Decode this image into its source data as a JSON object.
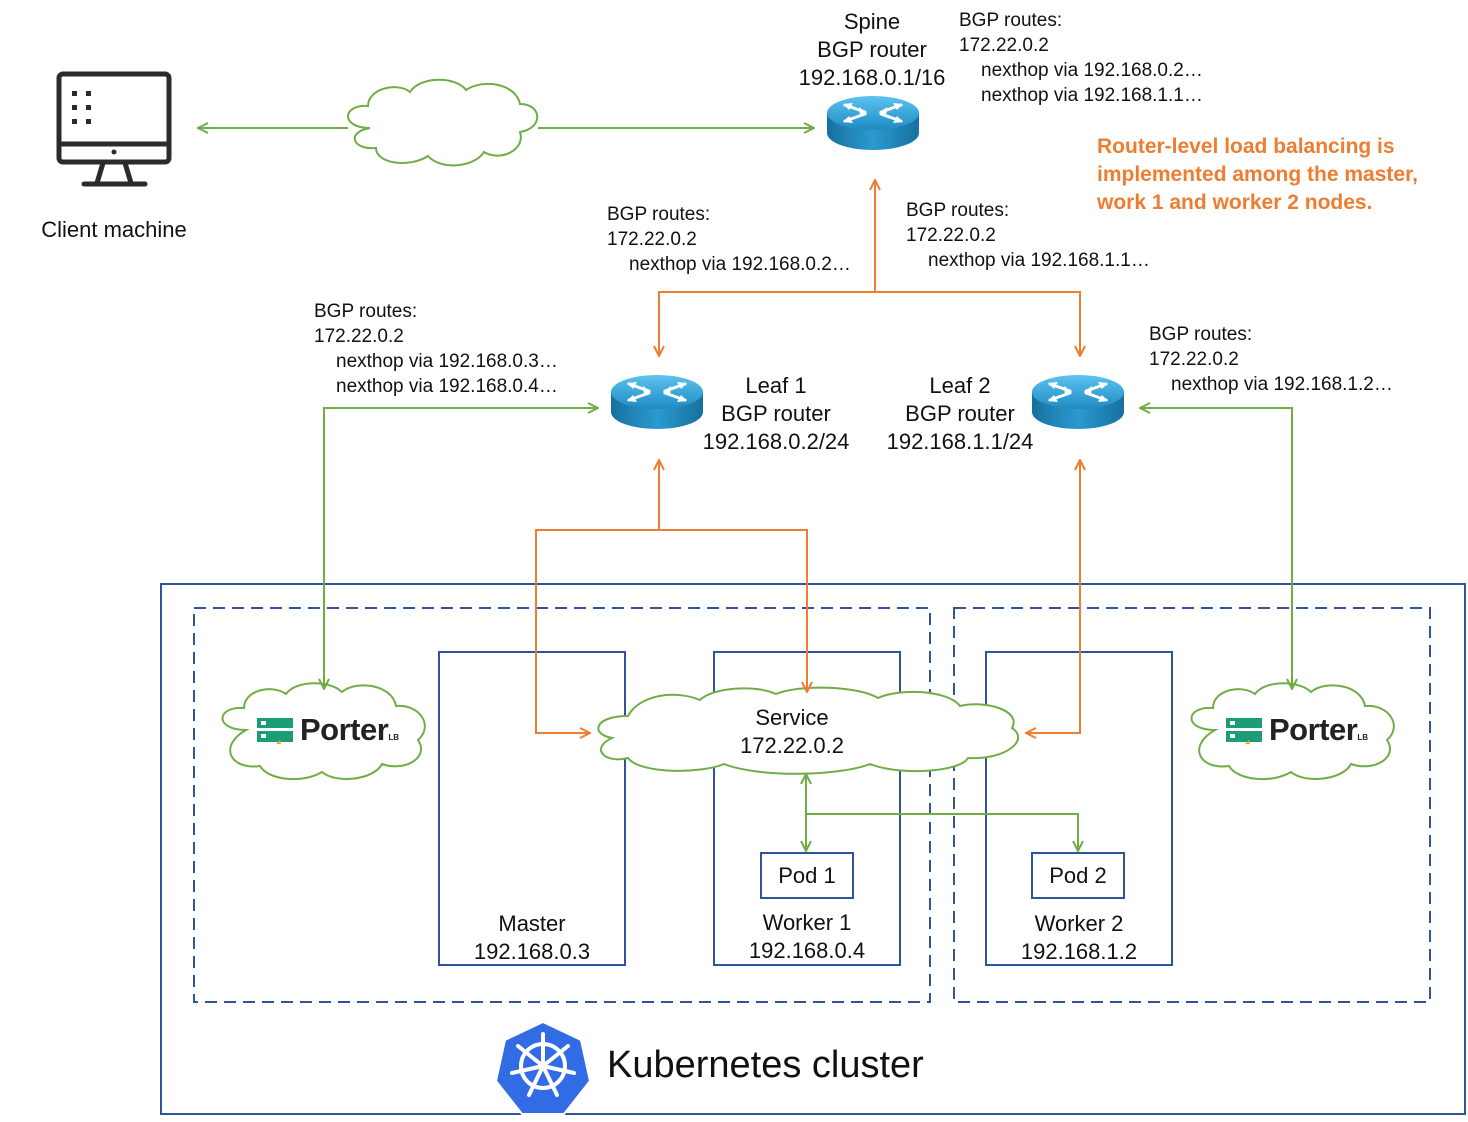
{
  "client": {
    "label": "Client machine"
  },
  "spine": {
    "lines": [
      "Spine",
      "BGP router",
      "192.168.0.1/16"
    ]
  },
  "leaf1": {
    "lines": [
      "Leaf 1",
      "BGP router",
      "192.168.0.2/24"
    ]
  },
  "leaf2": {
    "lines": [
      "Leaf 2",
      "BGP router",
      "192.168.1.1/24"
    ]
  },
  "routes": {
    "spine": [
      "BGP routes:",
      "172.22.0.2",
      "nexthop via 192.168.0.2…",
      "nexthop via 192.168.1.1…"
    ],
    "leaf1_to_spine": [
      "BGP routes:",
      "172.22.0.2",
      "nexthop via 192.168.0.2…"
    ],
    "leaf2_to_spine": [
      "BGP routes:",
      "172.22.0.2",
      "nexthop via 192.168.1.1…"
    ],
    "leaf1": [
      "BGP routes:",
      "172.22.0.2",
      "nexthop via 192.168.0.3…",
      "nexthop via 192.168.0.4…"
    ],
    "leaf2": [
      "BGP routes:",
      "172.22.0.2",
      "nexthop via 192.168.1.2…"
    ]
  },
  "note": {
    "lines": [
      "Router-level load balancing is",
      "implemented among the master,",
      "work 1 and worker 2 nodes."
    ],
    "color": "#ED7D31"
  },
  "service": {
    "lines": [
      "Service",
      "172.22.0.2"
    ]
  },
  "master": {
    "lines": [
      "Master",
      "192.168.0.3"
    ]
  },
  "worker1": {
    "lines": [
      "Worker 1",
      "192.168.0.4"
    ]
  },
  "worker2": {
    "lines": [
      "Worker 2",
      "192.168.1.2"
    ]
  },
  "pod1": {
    "label": "Pod 1"
  },
  "pod2": {
    "label": "Pod 2"
  },
  "porter": {
    "name": "Porter",
    "suffix": "LB"
  },
  "cluster": {
    "label": "Kubernetes cluster"
  },
  "colors": {
    "advertise_line": "#70AD47",
    "route_line": "#ED7D31",
    "cluster_border": "#2F5597",
    "node_border": "#2F5597",
    "router_blue": "#1E8BC3",
    "kubernetes_blue": "#326CE5",
    "porter_green": "#1B9E77"
  },
  "icons": {
    "client": "monitor-icon",
    "router": "router-icon",
    "internet": "cloud-icon",
    "porter": "porter-lb-logo",
    "kubernetes": "kubernetes-logo"
  }
}
